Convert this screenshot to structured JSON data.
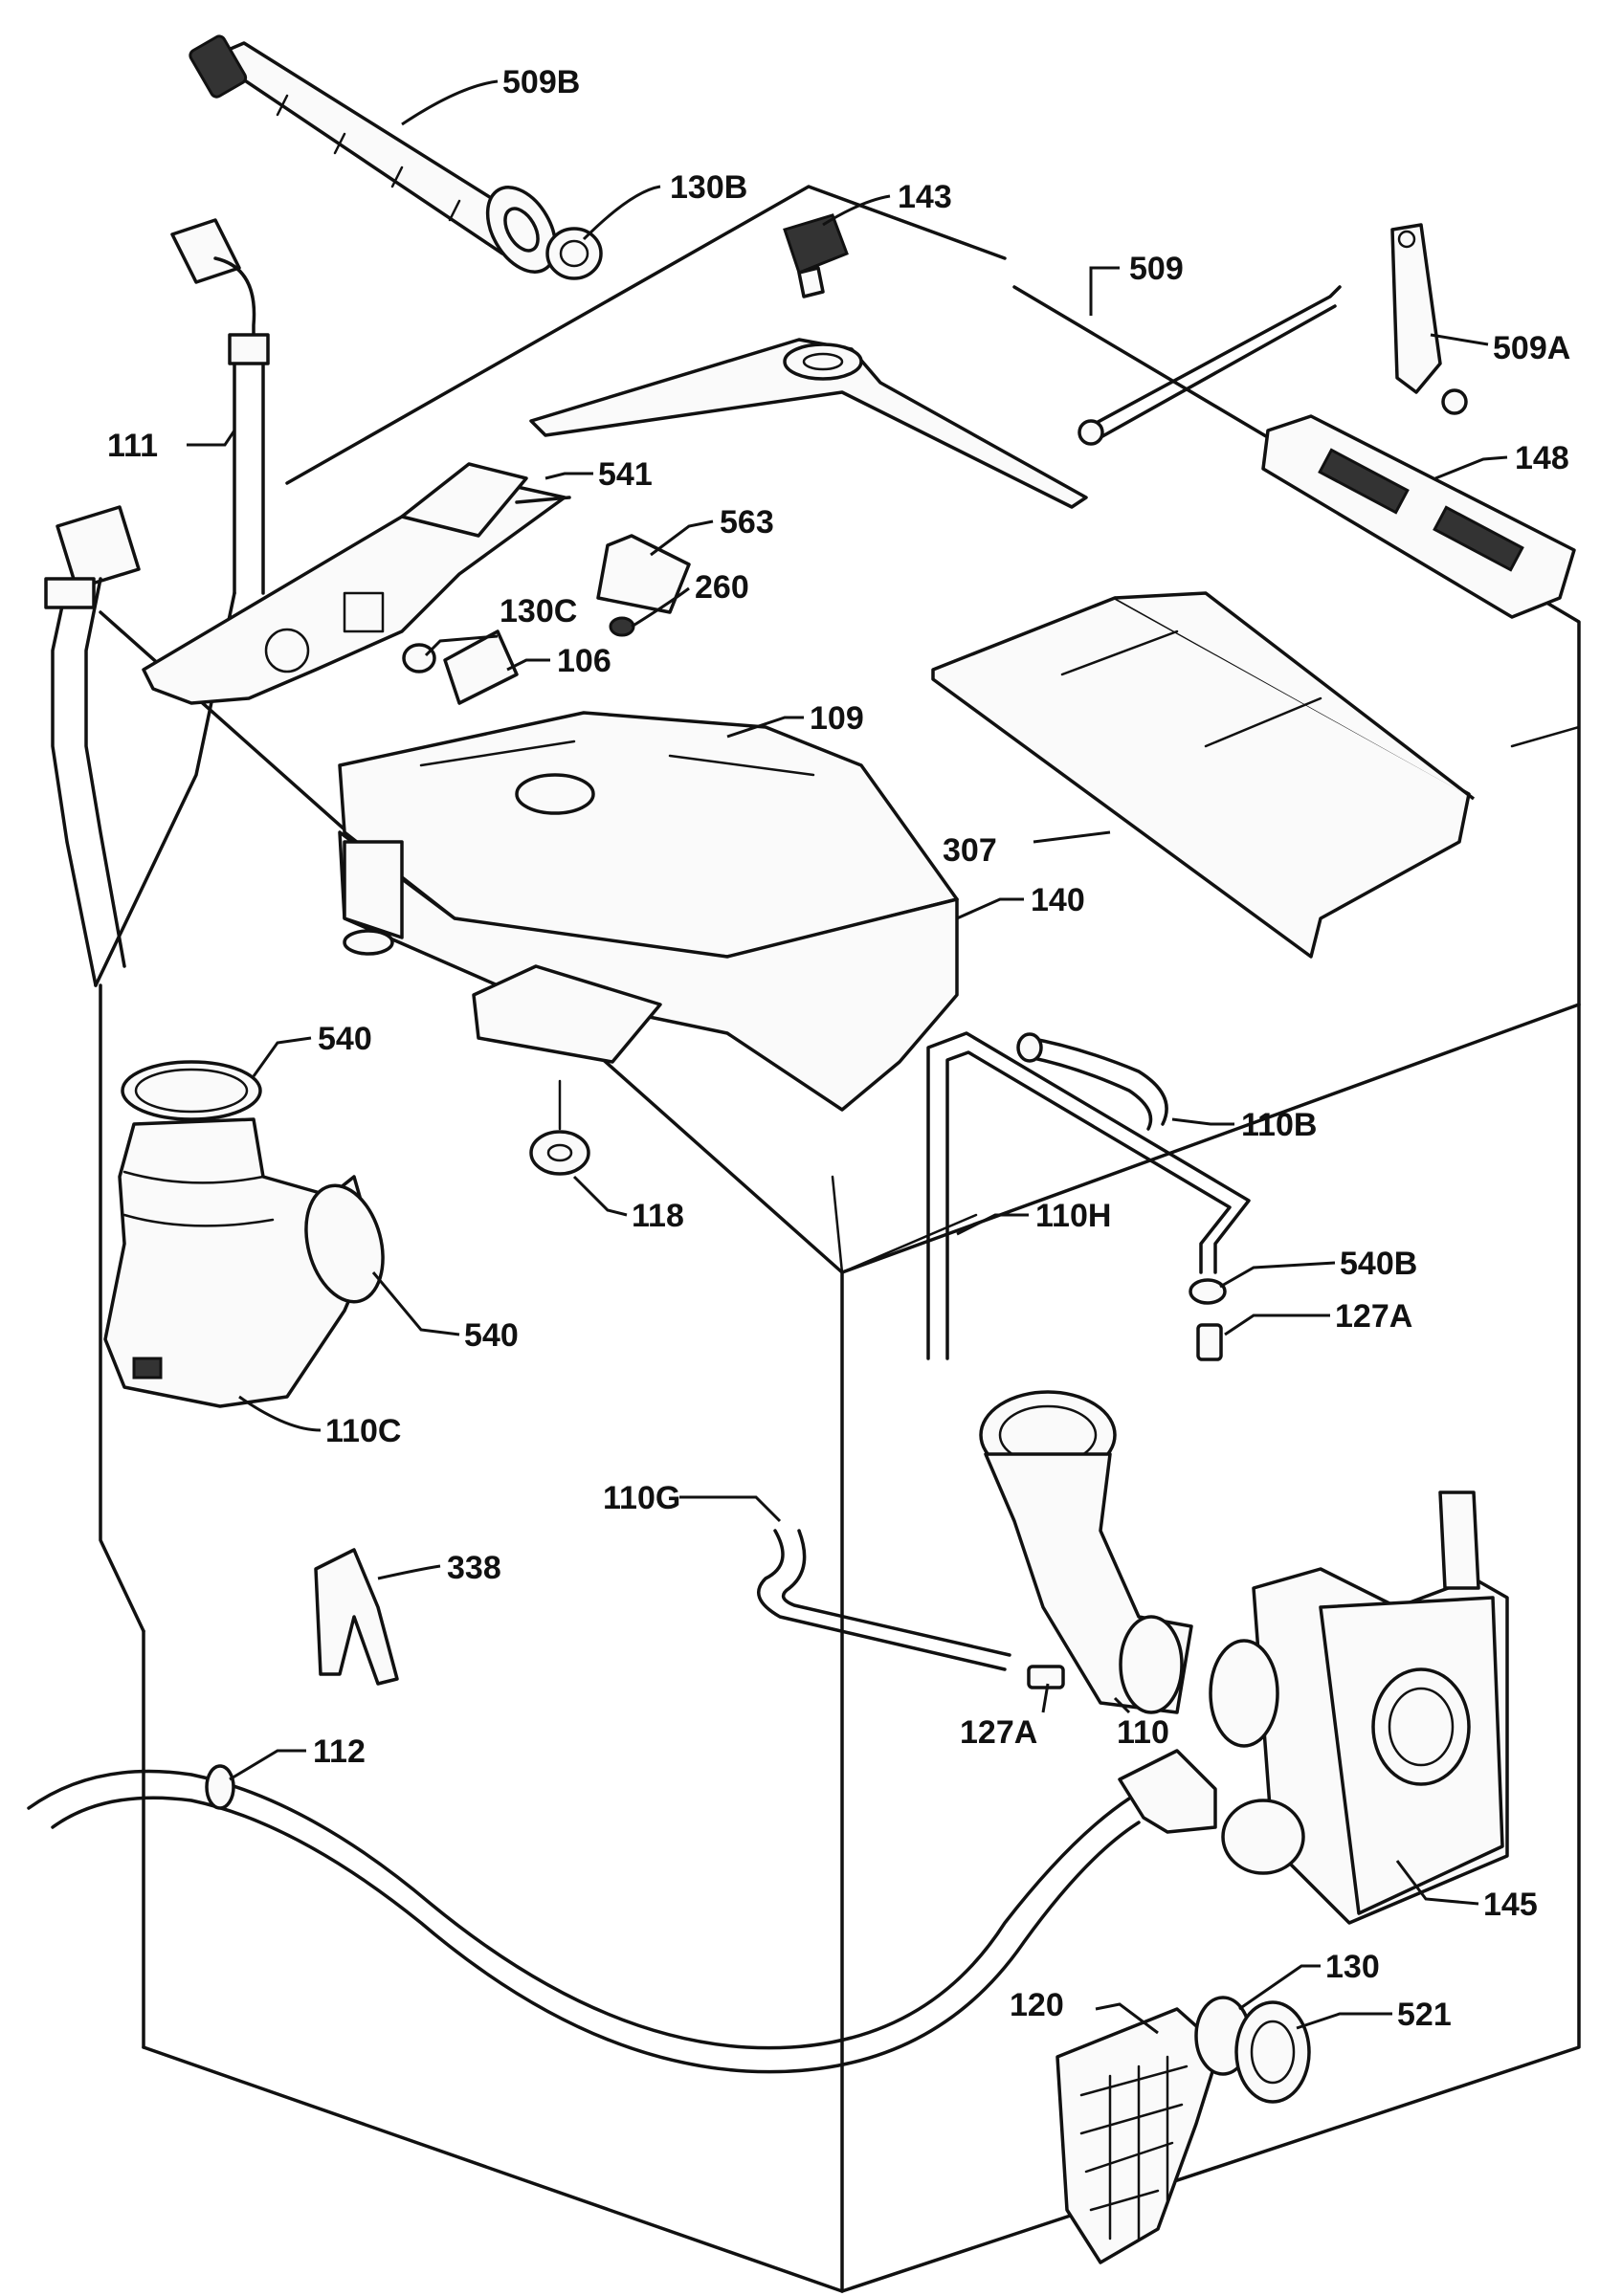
{
  "labels": {
    "p509b": "509B",
    "p130b": "130B",
    "p143": "143",
    "p509": "509",
    "p509a": "509A",
    "p111": "111",
    "p541": "541",
    "p148": "148",
    "p563": "563",
    "p260": "260",
    "p130c": "130C",
    "p106": "106",
    "p109": "109",
    "p307": "307",
    "p140": "140",
    "p540_top": "540",
    "p110b": "110B",
    "p118": "118",
    "p110h": "110H",
    "p540b": "540B",
    "p540_side": "540",
    "p127a_right": "127A",
    "p110c": "110C",
    "p110g": "110G",
    "p338": "338",
    "p127a_bottom": "127A",
    "p110": "110",
    "p112": "112",
    "p145": "145",
    "p130": "130",
    "p120": "120",
    "p521": "521"
  }
}
